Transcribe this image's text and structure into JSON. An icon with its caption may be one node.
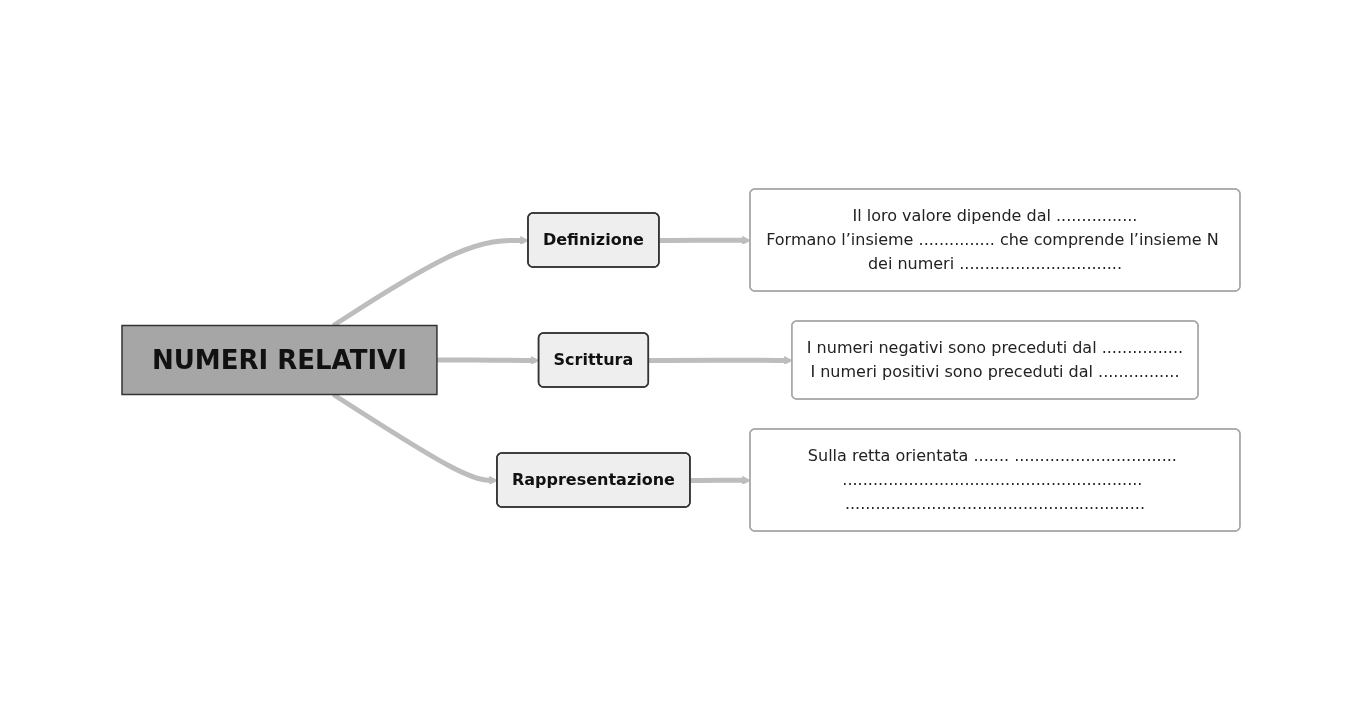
{
  "diagram": {
    "nodes": [
      {
        "text": [
          "NUMERI RELATIVI"
        ]
      },
      {
        "text": [
          "Definizione"
        ]
      },
      {
        "text": [
          "Il loro valore dipende dal ................",
          "Formano l’insieme ............... che comprende l’insieme N dei numeri ................................"
        ]
      },
      {
        "text": [
          "Scrittura"
        ]
      },
      {
        "text": [
          "I numeri negativi sono preceduti dal ................",
          "I numeri positivi sono preceduti dal ................"
        ]
      },
      {
        "text": [
          "Rappresentazione"
        ]
      },
      {
        "text": [
          "Sulla retta orientata ....... ................................ ........................................................... ..........................................................."
        ]
      }
    ],
    "edges": [
      {
        "from": 0,
        "to": 1,
        "arrow": "to"
      },
      {
        "from": 1,
        "to": 2,
        "arrow": "to"
      },
      {
        "from": 0,
        "to": 3,
        "arrow": "to"
      },
      {
        "from": 3,
        "to": 4,
        "arrow": "to"
      },
      {
        "from": 0,
        "to": 5,
        "arrow": "to"
      },
      {
        "from": 5,
        "to": 6,
        "arrow": "to"
      }
    ]
  }
}
